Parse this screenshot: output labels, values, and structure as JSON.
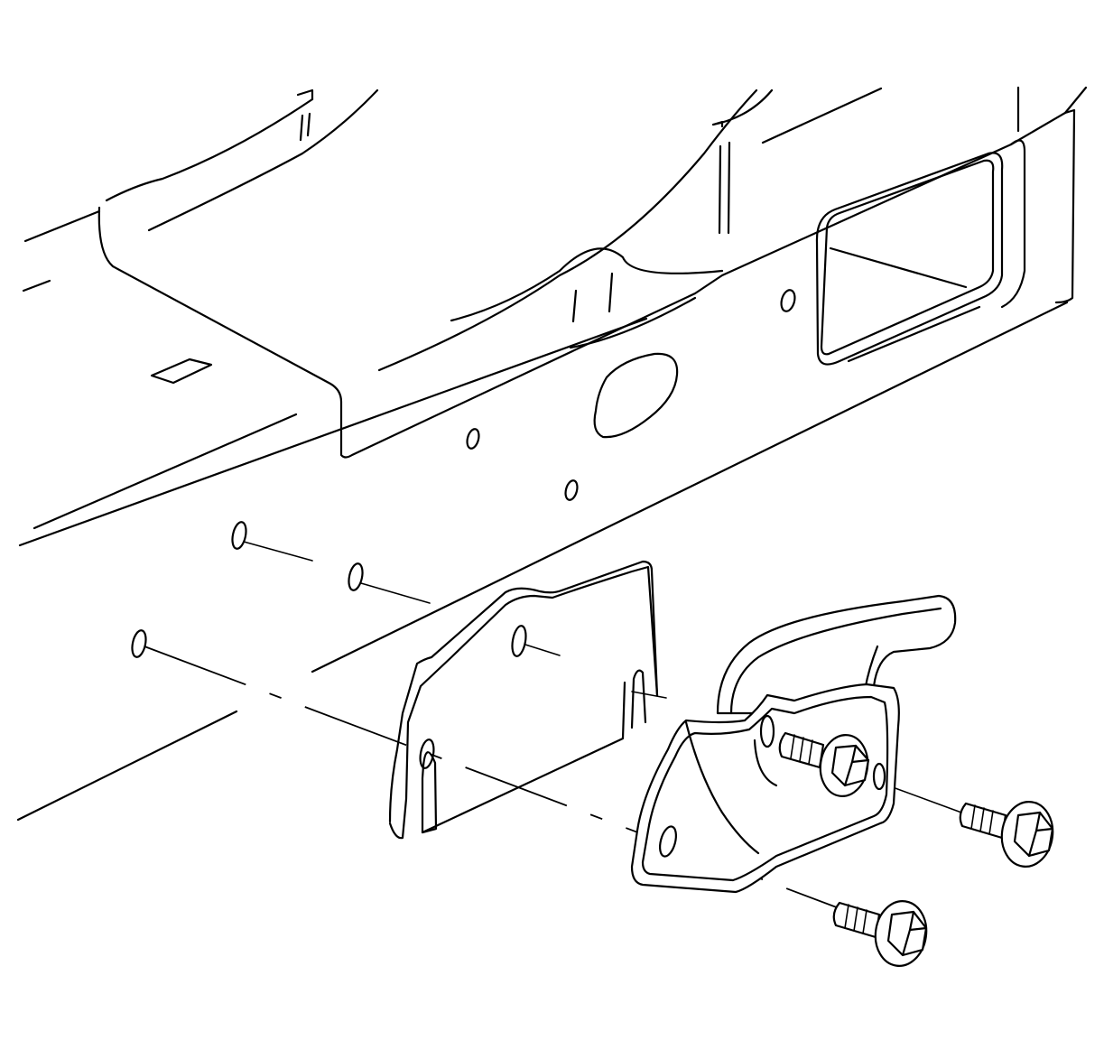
{
  "diagram": {
    "parts": [
      "frame-rail",
      "mounting-bracket",
      "tow-hook",
      "hook-bolt-upper",
      "hook-bolt-lower",
      "hook-bolt-middle"
    ],
    "callouts": []
  }
}
